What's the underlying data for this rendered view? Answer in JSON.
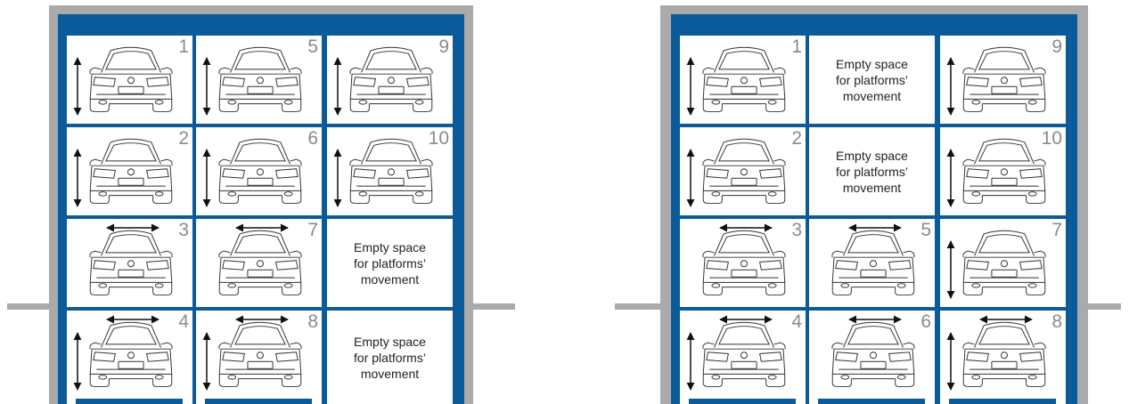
{
  "colors": {
    "rack": "#0b5a9a",
    "wall": "#aaaaaa",
    "label": "#8a8a8a"
  },
  "variants": [
    {
      "id": "left",
      "cells": [
        {
          "col": 0,
          "row": 0,
          "type": "car",
          "number": "1",
          "motion": "vertical"
        },
        {
          "col": 1,
          "row": 0,
          "type": "car",
          "number": "5",
          "motion": "vertical"
        },
        {
          "col": 2,
          "row": 0,
          "type": "car",
          "number": "9",
          "motion": "vertical"
        },
        {
          "col": 0,
          "row": 1,
          "type": "car",
          "number": "2",
          "motion": "vertical"
        },
        {
          "col": 1,
          "row": 1,
          "type": "car",
          "number": "6",
          "motion": "vertical"
        },
        {
          "col": 2,
          "row": 1,
          "type": "car",
          "number": "10",
          "motion": "vertical"
        },
        {
          "col": 0,
          "row": 2,
          "type": "car",
          "number": "3",
          "motion": "horizontal"
        },
        {
          "col": 1,
          "row": 2,
          "type": "car",
          "number": "7",
          "motion": "horizontal"
        },
        {
          "col": 2,
          "row": 2,
          "type": "empty",
          "text": "Empty space\nfor platforms’\nmovement"
        },
        {
          "col": 0,
          "row": 3,
          "type": "car",
          "number": "4",
          "motion": "both"
        },
        {
          "col": 1,
          "row": 3,
          "type": "car",
          "number": "8",
          "motion": "both"
        },
        {
          "col": 2,
          "row": 3,
          "type": "empty",
          "text": "Empty space\nfor platforms’\nmovement"
        }
      ]
    },
    {
      "id": "right",
      "cells": [
        {
          "col": 0,
          "row": 0,
          "type": "car",
          "number": "1",
          "motion": "vertical"
        },
        {
          "col": 1,
          "row": 0,
          "type": "empty",
          "text": "Empty space\nfor platforms’\nmovement"
        },
        {
          "col": 2,
          "row": 0,
          "type": "car",
          "number": "9",
          "motion": "vertical"
        },
        {
          "col": 0,
          "row": 1,
          "type": "car",
          "number": "2",
          "motion": "vertical"
        },
        {
          "col": 1,
          "row": 1,
          "type": "empty",
          "text": "Empty space\nfor platforms’\nmovement"
        },
        {
          "col": 2,
          "row": 1,
          "type": "car",
          "number": "10",
          "motion": "vertical"
        },
        {
          "col": 0,
          "row": 2,
          "type": "car",
          "number": "3",
          "motion": "horizontal"
        },
        {
          "col": 1,
          "row": 2,
          "type": "car",
          "number": "5",
          "motion": "horizontal"
        },
        {
          "col": 2,
          "row": 2,
          "type": "car",
          "number": "7",
          "motion": "vertical"
        },
        {
          "col": 0,
          "row": 3,
          "type": "car",
          "number": "4",
          "motion": "both"
        },
        {
          "col": 1,
          "row": 3,
          "type": "car",
          "number": "6",
          "motion": "horizontal"
        },
        {
          "col": 2,
          "row": 3,
          "type": "car",
          "number": "8",
          "motion": "both"
        }
      ]
    }
  ]
}
